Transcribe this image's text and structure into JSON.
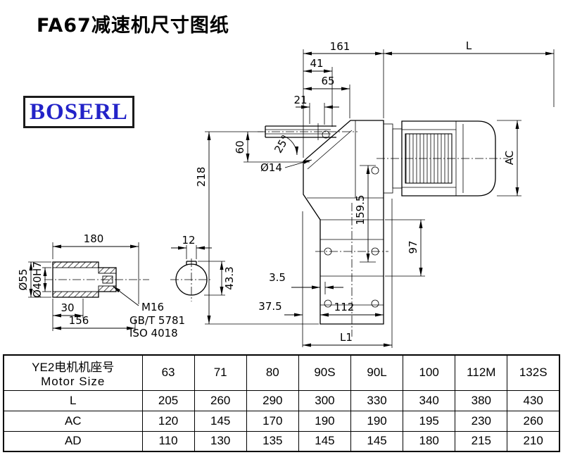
{
  "title": "FA67减速机尺寸图纸",
  "logo_text": "BOSERL",
  "main_drawing": {
    "dim_161": "161",
    "dim_L": "L",
    "dim_41": "41",
    "dim_65": "65",
    "dim_21": "21",
    "dim_60": "60",
    "dim_218": "218",
    "dim_hole": "Ø14",
    "dim_angle": "25°",
    "dim_AC": "AC",
    "dim_159_5": "159.5",
    "dim_97": "97",
    "dim_3_5": "3.5",
    "dim_37_5": "37.5",
    "dim_112": "112",
    "dim_L1": "L1"
  },
  "shaft_detail": {
    "dim_180": "180",
    "dim_12": "12",
    "dim_D55": "Ø55",
    "dim_D40": "Ø40H7",
    "dim_30": "30",
    "dim_156": "156",
    "dim_43_3": "43.3",
    "thread": "M16",
    "std_gb": "GB/T 5781",
    "std_iso": "ISO 4018"
  },
  "table": {
    "header_cn": "YE2电机机座号",
    "header_en": "Motor Size",
    "motor_sizes": [
      "63",
      "71",
      "80",
      "90S",
      "90L",
      "100",
      "112M",
      "132S"
    ],
    "rows": [
      {
        "label": "L",
        "values": [
          "205",
          "260",
          "290",
          "300",
          "330",
          "340",
          "380",
          "430"
        ]
      },
      {
        "label": "AC",
        "values": [
          "120",
          "145",
          "170",
          "190",
          "190",
          "195",
          "230",
          "260"
        ]
      },
      {
        "label": "AD",
        "values": [
          "110",
          "130",
          "135",
          "145",
          "145",
          "180",
          "215",
          "210"
        ]
      }
    ]
  }
}
